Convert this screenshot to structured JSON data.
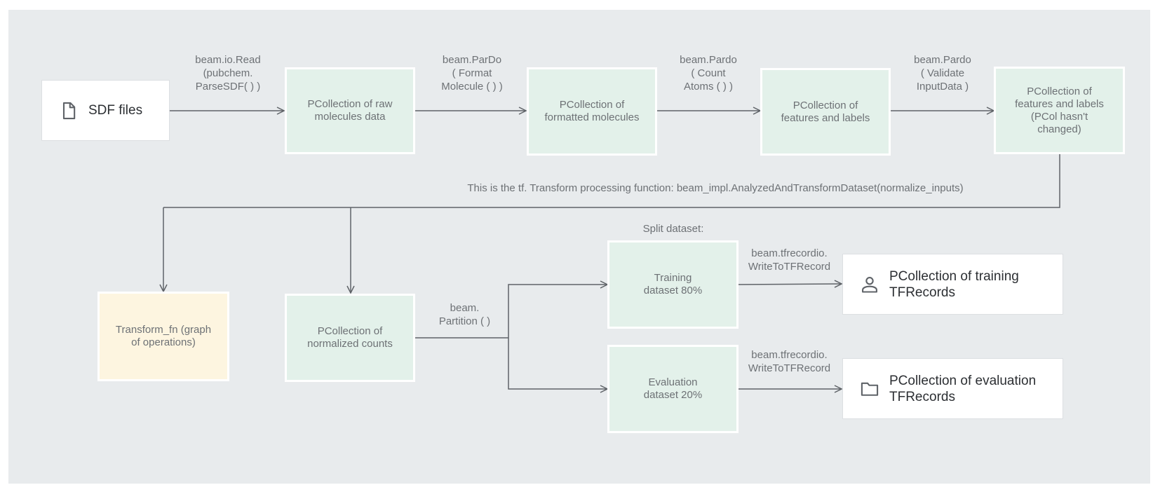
{
  "source": {
    "label": "SDF files",
    "icon": "file-icon"
  },
  "nodes": {
    "raw": [
      "PCollection of raw",
      "molecules data"
    ],
    "formatted": [
      "PCollection of",
      "formatted molecules"
    ],
    "features": [
      "PCollection of",
      "features and labels"
    ],
    "features_unchanged": [
      "PCollection of",
      "features and labels",
      "(PCol hasn't",
      "changed)"
    ],
    "transform_fn": [
      "Transform_fn (graph",
      "of operations)"
    ],
    "normalized": [
      "PCollection of",
      "normalized counts"
    ],
    "training": [
      "Training",
      "dataset 80%"
    ],
    "evaluation": [
      "Evaluation",
      "dataset 20%"
    ]
  },
  "edges": {
    "read": [
      "beam.io.Read",
      "(pubchem.",
      "ParseSDF( ) )"
    ],
    "format": [
      "beam.ParDo",
      "( Format",
      "Molecule ( ) )"
    ],
    "count": [
      "beam.Pardo",
      "( Count",
      "Atoms ( ) )"
    ],
    "validate": [
      "beam.Pardo",
      "( Validate",
      "InputData )"
    ],
    "partition": [
      "beam.",
      "Partition ( )"
    ],
    "write_train": [
      "beam.tfrecordio.",
      "WriteToTFRecord"
    ],
    "write_eval": [
      "beam.tfrecordio.",
      "WriteToTFRecord"
    ]
  },
  "transform_note": "This is the tf. Transform processing function: beam_impl.AnalyzedAndTransformDataset(normalize_inputs)",
  "split_label": "Split dataset:",
  "outputs": {
    "training": {
      "line1": "PCollection of training",
      "line2": "TFRecords",
      "icon": "person-icon"
    },
    "evaluation": {
      "line1": "PCollection of evaluation",
      "line2": "TFRecords",
      "icon": "folder-icon"
    }
  },
  "colors": {
    "background": "#e8ebed",
    "pcollection": "#e3f1ea",
    "transform": "#fdf5e0",
    "line": "#5f6368"
  }
}
